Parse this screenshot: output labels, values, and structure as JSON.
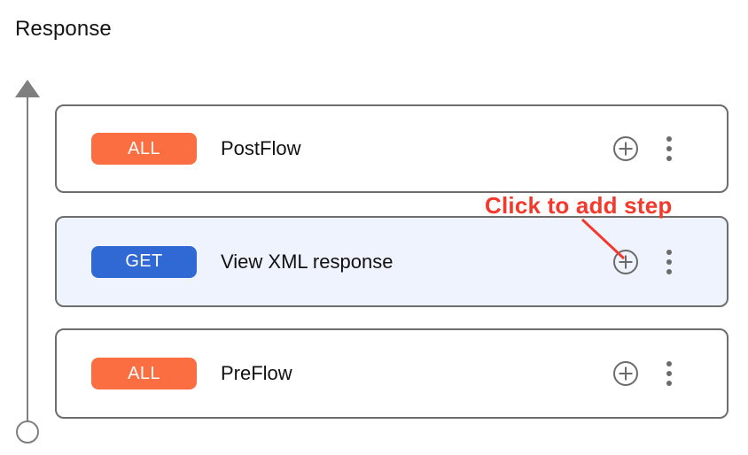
{
  "section": {
    "title": "Response"
  },
  "annotation": {
    "text": "Click to add step",
    "color": "#f4392c"
  },
  "colors": {
    "badge_all": "#fb6e42",
    "badge_get": "#3069d3",
    "row_border": "#6d6d6d",
    "row_selected_bg": "#eef3fd",
    "icon_gray": "#6b6b6b",
    "axis_gray": "#7f7f7f",
    "title_text": "#141414"
  },
  "flow_axis": {
    "direction": "up",
    "arrow_icon": "arrow-up-icon",
    "endpoint_icon": "circle-endpoint-icon"
  },
  "rows": [
    {
      "method": "ALL",
      "method_style": "all",
      "label": "PostFlow",
      "selected": false,
      "add_icon": "plus-circle-icon",
      "menu_icon": "kebab-menu-icon"
    },
    {
      "method": "GET",
      "method_style": "get",
      "label": "View XML response",
      "selected": true,
      "add_icon": "plus-circle-icon",
      "menu_icon": "kebab-menu-icon"
    },
    {
      "method": "ALL",
      "method_style": "all",
      "label": "PreFlow",
      "selected": false,
      "add_icon": "plus-circle-icon",
      "menu_icon": "kebab-menu-icon"
    }
  ]
}
